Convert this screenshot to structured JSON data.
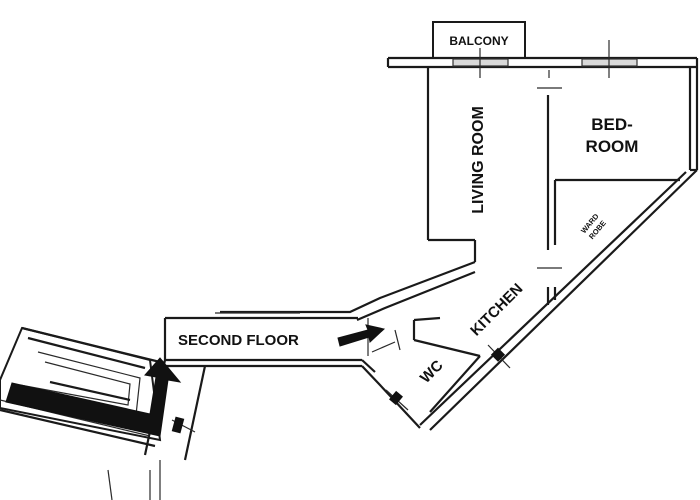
{
  "labels": {
    "balcony": "BALCONY",
    "living_room": "LIVING ROOM",
    "bedroom_line1": "BED-",
    "bedroom_line2": "ROOM",
    "wardrobe_line1": "WARD",
    "wardrobe_line2": "ROBE",
    "kitchen": "KITCHEN",
    "wc": "WC",
    "second_floor": "SECOND FLOOR"
  },
  "colors": {
    "wall": "#1a1a1a",
    "background": "#ffffff",
    "arrow": "#111111"
  },
  "icons": [
    "stair-arrow-icon",
    "entry-arrow-icon"
  ]
}
